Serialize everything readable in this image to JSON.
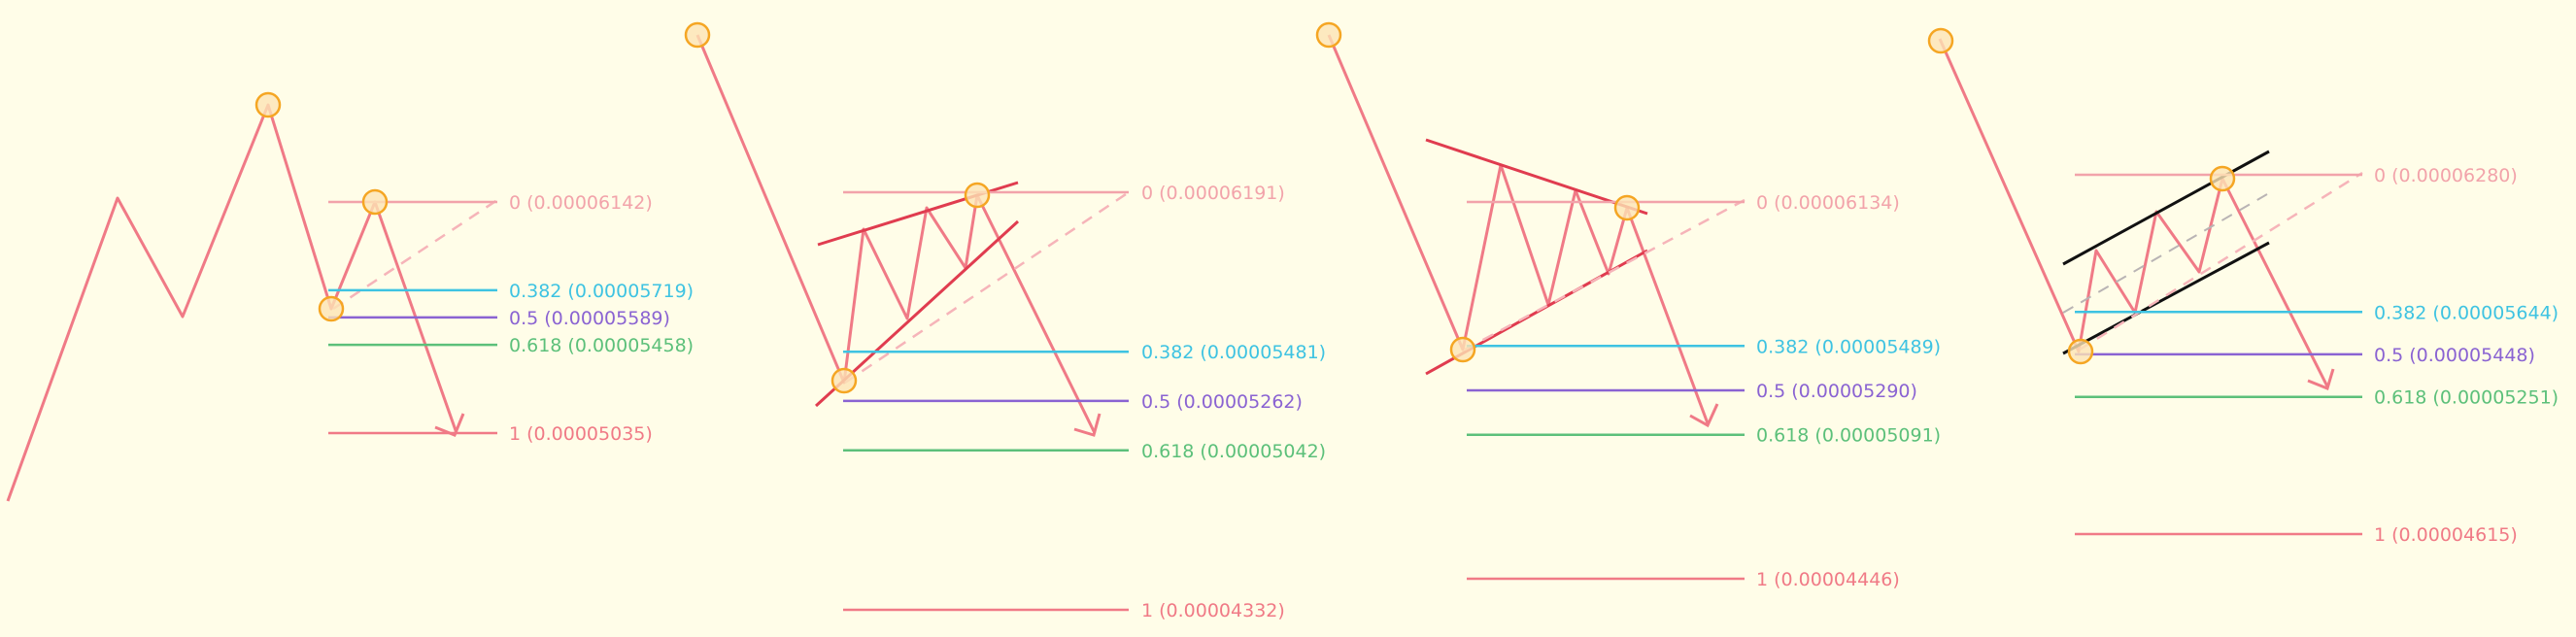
{
  "colors": {
    "background": "#fffde8",
    "price": "#f07a86",
    "trend": "#e03c4f",
    "channel": "#111111",
    "marker_fill": "#fde3b4",
    "marker_stroke": "#f5a623",
    "guide": "#f6b4b9",
    "guide_gray": "#b9b4b4",
    "level_0": "#f2a3aa",
    "level_0382": "#3ec3e2",
    "level_05": "#8a63d2",
    "level_0618": "#5cc07a",
    "level_1": "#f07a86"
  },
  "chart_data": [
    {
      "type": "line",
      "pattern": "zigzag",
      "levels": [
        {
          "ratio": "0",
          "value": 6.142e-05,
          "label": "0 (0.00006142)"
        },
        {
          "ratio": "0.382",
          "value": 5.719e-05,
          "label": "0.382 (0.00005719)"
        },
        {
          "ratio": "0.5",
          "value": 5.589e-05,
          "label": "0.5 (0.00005589)"
        },
        {
          "ratio": "0.618",
          "value": 5.458e-05,
          "label": "0.618 (0.00005458)"
        },
        {
          "ratio": "1",
          "value": 5.035e-05,
          "label": "1 (0.00005035)"
        }
      ]
    },
    {
      "type": "line",
      "pattern": "rising-wedge",
      "levels": [
        {
          "ratio": "0",
          "value": 6.191e-05,
          "label": "0 (0.00006191)"
        },
        {
          "ratio": "0.382",
          "value": 5.481e-05,
          "label": "0.382 (0.00005481)"
        },
        {
          "ratio": "0.5",
          "value": 5.262e-05,
          "label": "0.5 (0.00005262)"
        },
        {
          "ratio": "0.618",
          "value": 5.042e-05,
          "label": "0.618 (0.00005042)"
        },
        {
          "ratio": "1",
          "value": 4.332e-05,
          "label": "1 (0.00004332)"
        }
      ]
    },
    {
      "type": "line",
      "pattern": "triangle",
      "levels": [
        {
          "ratio": "0",
          "value": 6.134e-05,
          "label": "0 (0.00006134)"
        },
        {
          "ratio": "0.382",
          "value": 5.489e-05,
          "label": "0.382 (0.00005489)"
        },
        {
          "ratio": "0.5",
          "value": 5.29e-05,
          "label": "0.5 (0.00005290)"
        },
        {
          "ratio": "0.618",
          "value": 5.091e-05,
          "label": "0.618 (0.00005091)"
        },
        {
          "ratio": "1",
          "value": 4.446e-05,
          "label": "1 (0.00004446)"
        }
      ]
    },
    {
      "type": "line",
      "pattern": "rising-channel",
      "levels": [
        {
          "ratio": "0",
          "value": 6.28e-05,
          "label": "0 (0.00006280)"
        },
        {
          "ratio": "0.382",
          "value": 5.644e-05,
          "label": "0.382 (0.00005644)"
        },
        {
          "ratio": "0.5",
          "value": 5.448e-05,
          "label": "0.5 (0.00005448)"
        },
        {
          "ratio": "0.618",
          "value": 5.251e-05,
          "label": "0.618 (0.00005251)"
        },
        {
          "ratio": "1",
          "value": 4.615e-05,
          "label": "1 (0.00004615)"
        }
      ]
    }
  ]
}
